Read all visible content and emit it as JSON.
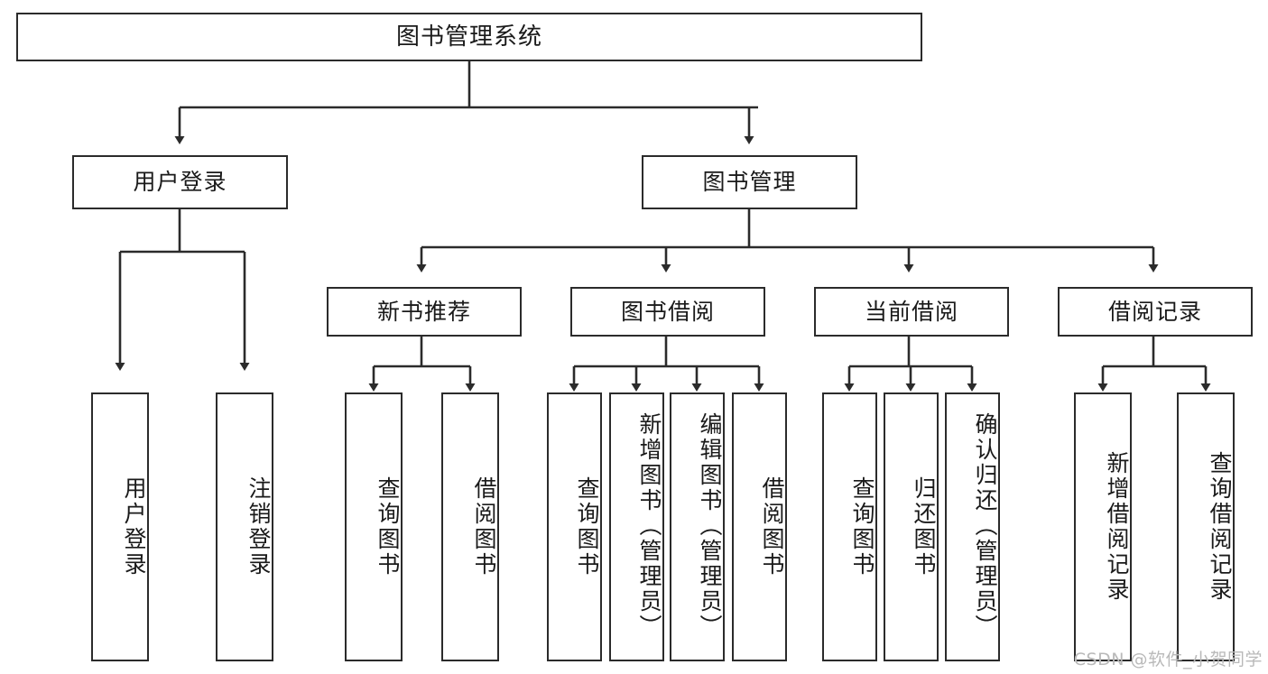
{
  "diagram": {
    "title": "图书管理系统",
    "watermark": "CSDN @软件_小贺同学",
    "colors": {
      "box_border": "#2b2b2b",
      "box_fill": "#ffffff",
      "line": "#2b2b2b",
      "text": "#1a1a1a",
      "watermark": "#b9b9b9",
      "background": "#ffffff"
    },
    "root": {
      "label": "图书管理系统"
    },
    "level2": [
      {
        "label": "用户登录"
      },
      {
        "label": "图书管理"
      }
    ],
    "level3": [
      {
        "label": "新书推荐"
      },
      {
        "label": "图书借阅"
      },
      {
        "label": "当前借阅"
      },
      {
        "label": "借阅记录"
      }
    ],
    "leaves": {
      "user_login": [
        {
          "label": "用户登录"
        },
        {
          "label": "注销登录"
        }
      ],
      "new_book": [
        {
          "label": "查询图书"
        },
        {
          "label": "借阅图书"
        }
      ],
      "book_borrow": [
        {
          "label": "查询图书"
        },
        {
          "label": "新增图书（管理员）"
        },
        {
          "label": "编辑图书（管理员）"
        },
        {
          "label": "借阅图书"
        }
      ],
      "current_borrow": [
        {
          "label": "查询图书"
        },
        {
          "label": "归还图书"
        },
        {
          "label": "确认归还（管理员）"
        }
      ],
      "borrow_record": [
        {
          "label": "新增借阅记录"
        },
        {
          "label": "查询借阅记录"
        }
      ]
    }
  }
}
